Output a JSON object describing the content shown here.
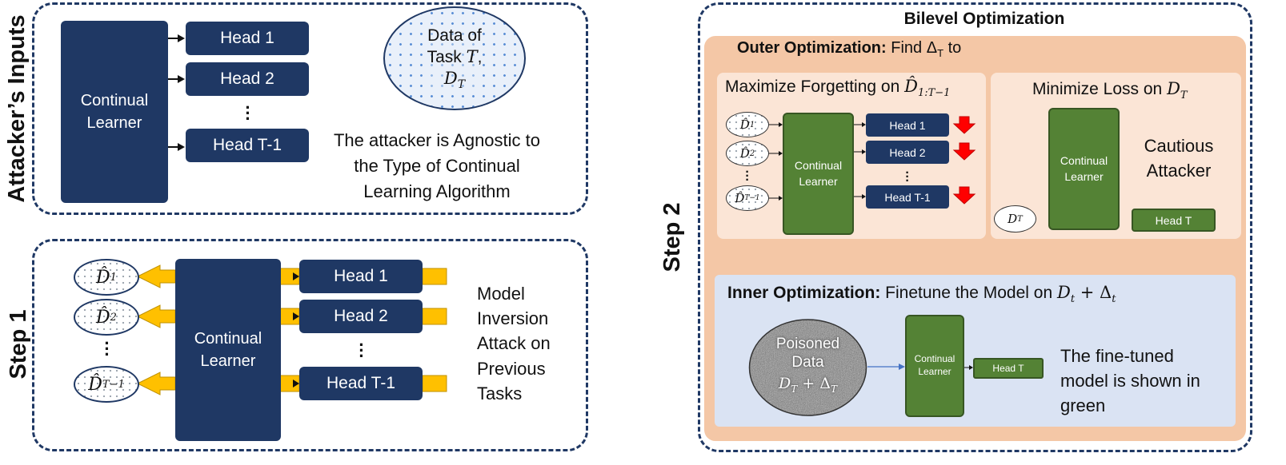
{
  "attacker_inputs": {
    "label": "Attacker’s Inputs",
    "learner_label": "Continual Learner",
    "heads": [
      "Head 1",
      "Head 2",
      "Head T-1"
    ],
    "data_line1": "Data of",
    "data_line2_prefix": "Task ",
    "data_line2_var": "T",
    "data_line2_suffix": ",",
    "data_line3": "D",
    "data_line3_sub": "T",
    "agnostic_note": "The attacker is Agnostic to the Type of Continual Learning Algorithm"
  },
  "step1": {
    "label": "Step 1",
    "learner_label": "Continual Learner",
    "heads": [
      "Head 1",
      "Head 2",
      "Head T-1"
    ],
    "data_items": [
      {
        "symbol": "D̂",
        "sub": "1"
      },
      {
        "symbol": "D̂",
        "sub": "2"
      },
      {
        "symbol": "D̂",
        "sub": "T−1"
      }
    ],
    "description": "Model Inversion Attack on Previous Tasks"
  },
  "step2": {
    "label": "Step 2",
    "title": "Bilevel Optimization",
    "outer": {
      "heading_bold": "Outer Optimization:",
      "heading_rest": " Find Δ",
      "heading_sub": "T",
      "heading_end": " to",
      "left_title_text": "Maximize Forgetting on ",
      "left_title_math": "D̂",
      "left_title_sub": "1:T−1",
      "left_data_items": [
        {
          "symbol": "D̂",
          "sub": "1"
        },
        {
          "symbol": "D̂",
          "sub": "2"
        },
        {
          "symbol": "D̂",
          "sub": "T−1"
        }
      ],
      "left_learner": "Continual Learner",
      "left_heads": [
        "Head 1",
        "Head 2",
        "Head T-1"
      ],
      "right_title_text": "Minimize Loss on ",
      "right_title_math": "D",
      "right_title_sub": "T",
      "right_learner": "Continual Learner",
      "right_head": "Head T",
      "right_data": {
        "symbol": "D",
        "sub": "T"
      },
      "cautious": "Cautious Attacker"
    },
    "inner": {
      "heading_bold": "Inner Optimization:",
      "heading_rest": " Finetune the Model on ",
      "heading_math1": "D",
      "heading_sub1": "t",
      "heading_plus": " + Δ",
      "heading_sub2": "t",
      "poison_line1": "Poisoned",
      "poison_line2": "Data",
      "poison_math": "D",
      "poison_sub1": "T",
      "poison_plus": " + Δ",
      "poison_sub2": "T",
      "learner": "Continual Learner",
      "head": "Head T",
      "note": "The fine-tuned model is shown in green"
    }
  },
  "colors": {
    "navy": "#1f3864",
    "green": "#548235",
    "orange_panel": "#f4c7a6",
    "orange_inner": "#fbe5d6",
    "blue_panel": "#dae3f3",
    "yellow_arrow": "#ffc000",
    "red_arrow": "#ff0000",
    "green_arrow": "#70ad47"
  }
}
